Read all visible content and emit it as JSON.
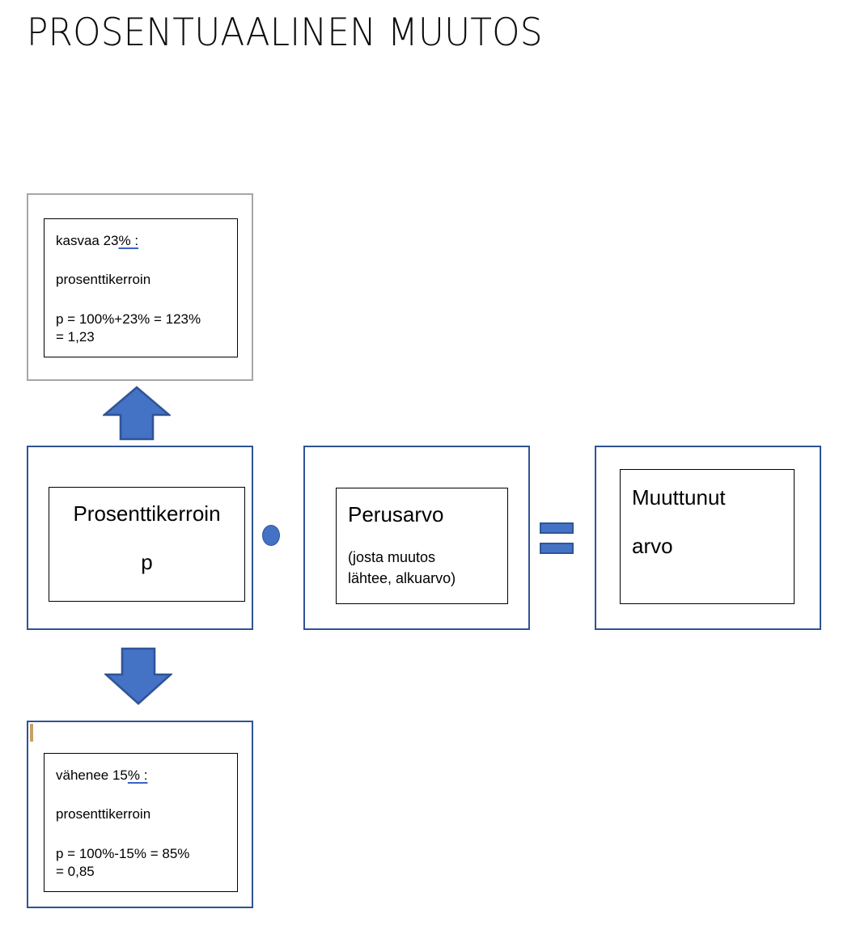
{
  "slide": {
    "title": "PROSENTUAALINEN MUUTOS",
    "colors": {
      "accent_blue_fill": "#4472C4",
      "accent_blue_stroke": "#2F5597",
      "frame_blue": "#2E5395",
      "frame_gray": "#A6A6A6",
      "underline_blue": "#3A62C4",
      "text_black": "#000000"
    }
  },
  "increase_box": {
    "heading_plain": "kasvaa 23",
    "heading_underlined": "% :",
    "line2": "prosenttikerroin",
    "line3": "p = 100%+23% = 123%",
    "line4": "= 1,23"
  },
  "decrease_box": {
    "heading_plain": "vähenee 15",
    "heading_underlined": "% :",
    "line2": "prosenttikerroin",
    "line3": "p = 100%-15% = 85%",
    "line4": "= 0,85"
  },
  "factor_box": {
    "line1": "Prosenttikerroin",
    "line2": "p"
  },
  "base_box": {
    "line1": "Perusarvo",
    "line2": "(josta muutos",
    "line3": "lähtee, alkuarvo)"
  },
  "result_box": {
    "line1": "Muuttunut",
    "line2": "arvo"
  },
  "operators": {
    "multiply": "·",
    "equals": "="
  },
  "arrows": {
    "up": "arrow-up",
    "down": "arrow-down"
  }
}
